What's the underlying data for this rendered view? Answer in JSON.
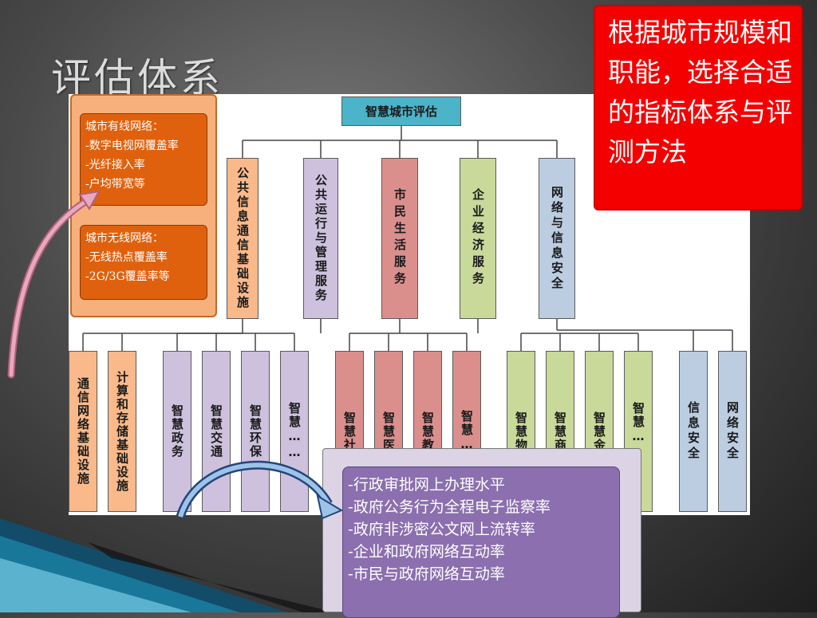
{
  "slide": {
    "title": "评估体系",
    "root": "智慧城市评估",
    "level1": [
      {
        "label": "公共信息通信基础设施",
        "color": "#f9b98a"
      },
      {
        "label": "公共运行与管理服务",
        "color": "#cdc1dd"
      },
      {
        "label": "市民生活服务",
        "color": "#da8f8d"
      },
      {
        "label": "企业经济服务",
        "color": "#c9d99a"
      },
      {
        "label": "网络与信息安全",
        "color": "#bccde2"
      }
    ],
    "level2": [
      "通信网络基础设施",
      "计算和存储基础设施",
      "智慧政务",
      "智慧交通",
      "智慧环保",
      "智慧……",
      "智慧社",
      "智慧医",
      "智慧教",
      "智慧…",
      "智慧物",
      "智慧商",
      "智慧金",
      "智慧…·",
      "信息安全",
      "网络安全"
    ],
    "callout_selection": "根据城市规模和职能，选择合适的指标体系与评测方法",
    "callout_network": {
      "wired": [
        "城市有线网络：",
        "-数字电视网覆盖率",
        "-光纤接入率",
        "-户均带宽等"
      ],
      "wireless": [
        "城市无线网络：",
        "-无线热点覆盖率",
        "-2G/3G覆盖率等"
      ]
    },
    "callout_gov": [
      "-行政审批网上办理水平",
      "-政府公务行为全程电子监察率",
      "-政府非涉密公文网上流转率",
      "-企业和政府网络互动率",
      "-市民与政府网络互动率"
    ]
  }
}
